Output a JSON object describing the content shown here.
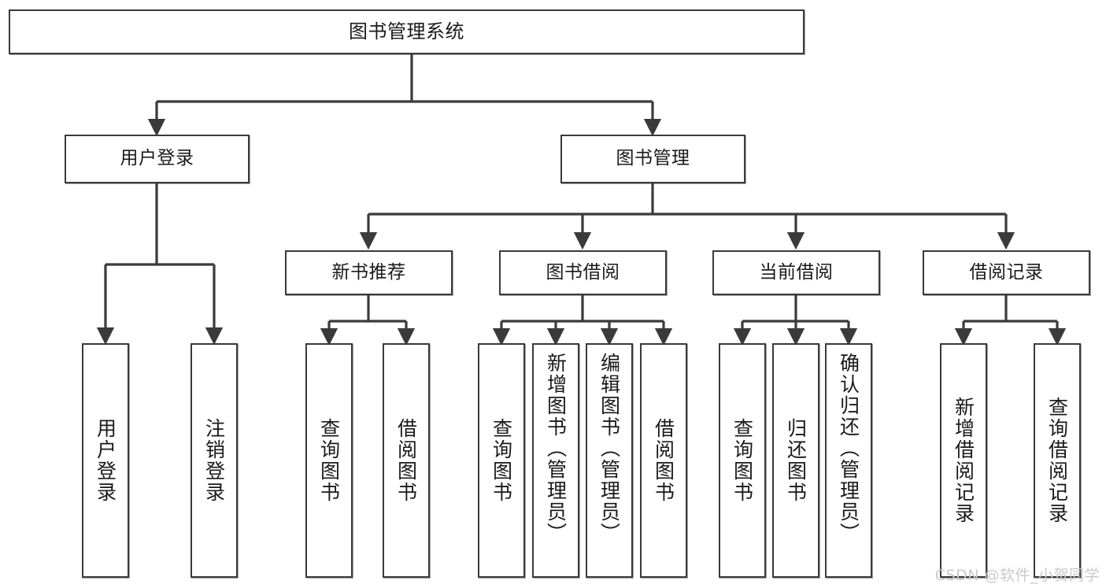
{
  "diagram": {
    "title": "图书管理系统",
    "watermark": "CSDN @软件_小贺同学",
    "line_color": "#3a3a3a",
    "background": "#ffffff",
    "root": {
      "id": "root",
      "label": "图书管理系统"
    },
    "level1": [
      {
        "id": "user-login",
        "label": "用户登录"
      },
      {
        "id": "book-manage",
        "label": "图书管理"
      }
    ],
    "level2": [
      {
        "id": "new-book-rec",
        "label": "新书推荐",
        "parent": "book-manage"
      },
      {
        "id": "book-borrow",
        "label": "图书借阅",
        "parent": "book-manage"
      },
      {
        "id": "current-borrow",
        "label": "当前借阅",
        "parent": "book-manage"
      },
      {
        "id": "borrow-record",
        "label": "借阅记录",
        "parent": "book-manage"
      }
    ],
    "leaves": [
      {
        "id": "leaf-user-login",
        "label": "用户登录",
        "parent": "user-login"
      },
      {
        "id": "leaf-logout",
        "label": "注销登录",
        "parent": "user-login"
      },
      {
        "id": "leaf-query-book-1",
        "label": "查询图书",
        "parent": "new-book-rec"
      },
      {
        "id": "leaf-borrow-book-1",
        "label": "借阅图书",
        "parent": "new-book-rec"
      },
      {
        "id": "leaf-query-book-2",
        "label": "查询图书",
        "parent": "book-borrow"
      },
      {
        "id": "leaf-add-book",
        "label": "新增图书（管理员）",
        "parent": "book-borrow"
      },
      {
        "id": "leaf-edit-book",
        "label": "编辑图书（管理员）",
        "parent": "book-borrow"
      },
      {
        "id": "leaf-borrow-book-2",
        "label": "借阅图书",
        "parent": "book-borrow"
      },
      {
        "id": "leaf-query-book-3",
        "label": "查询图书",
        "parent": "current-borrow"
      },
      {
        "id": "leaf-return-book",
        "label": "归还图书",
        "parent": "current-borrow"
      },
      {
        "id": "leaf-confirm-return",
        "label": "确认归还（管理员）",
        "parent": "current-borrow"
      },
      {
        "id": "leaf-add-record",
        "label": "新增借阅记录",
        "parent": "borrow-record"
      },
      {
        "id": "leaf-query-record",
        "label": "查询借阅记录",
        "parent": "borrow-record"
      }
    ]
  }
}
